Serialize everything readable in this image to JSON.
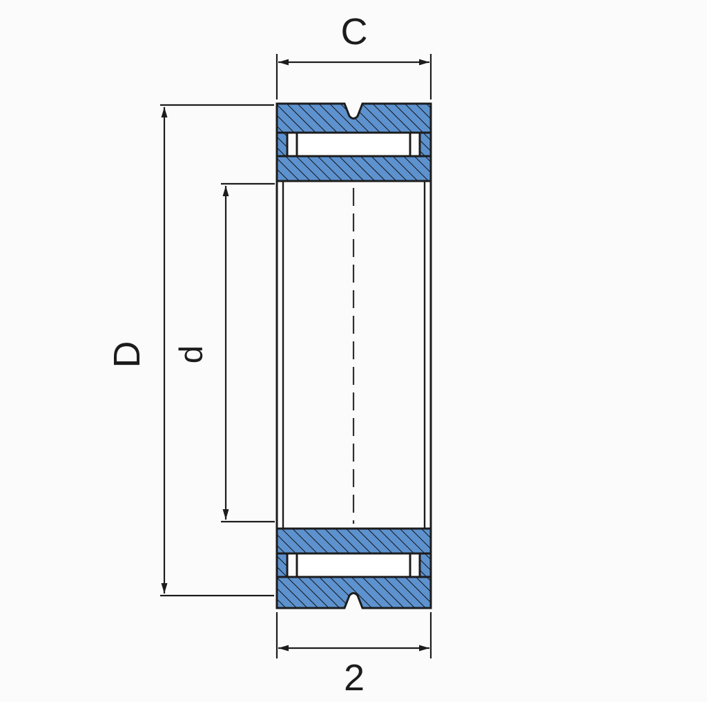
{
  "drawing": {
    "labels": {
      "width_top": "C",
      "width_bottom": "2",
      "outer_diameter": "D",
      "inner_diameter": "d"
    },
    "colors": {
      "background": "#fbfbfb",
      "line": "#1c1c1c",
      "hatch_fill": "#5d92cf",
      "hatch_line": "#14161a",
      "roller_fill": "#ffffff",
      "centerline": "#2e2e2e"
    }
  }
}
